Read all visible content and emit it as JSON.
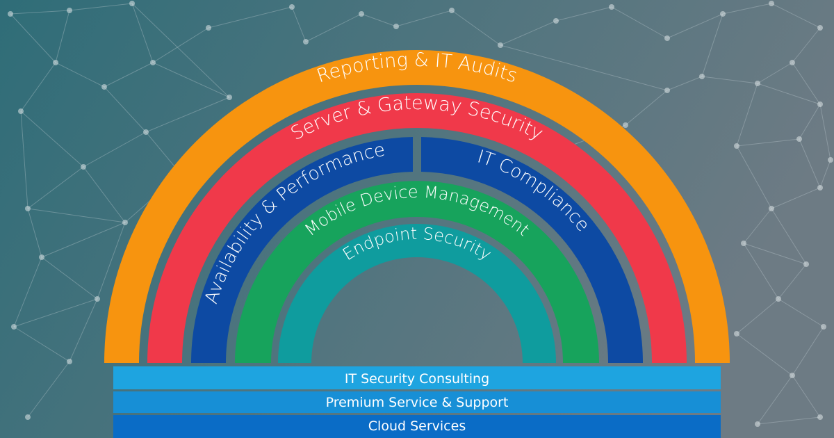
{
  "colors": {
    "background_left": "#2f6d78",
    "background_right": "#6d7b84",
    "network_line": "#c7d2d6",
    "network_node": "#dfe6e8",
    "orange": "#f7940f",
    "red": "#f0394a",
    "navy": "#0d4aa3",
    "green": "#17a35c",
    "teal": "#0f9c9e",
    "bar_light": "#1ea4e0",
    "bar_mid": "#178fd6",
    "bar_dark": "#0a6cc6"
  },
  "rainbow": {
    "outer": "Reporting & IT Audits",
    "second": "Server & Gateway Security",
    "third_left": "Availability & Performance",
    "third_right": "IT Compliance",
    "fourth": "Mobile Device Management",
    "inner": "Endpoint Security"
  },
  "foundation": {
    "top": "IT Security Consulting",
    "middle": "Premium Service & Support",
    "bottom": "Cloud Services"
  }
}
